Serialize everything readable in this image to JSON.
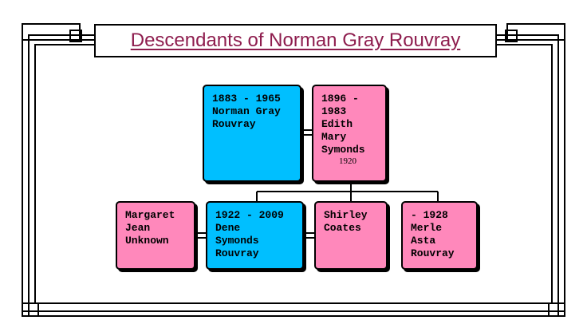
{
  "title": "Descendants of Norman Gray Rouvray",
  "colors": {
    "male": "#00bfff",
    "female": "#ff88bb",
    "title_text": "#8e1d4e",
    "border": "#000000"
  },
  "parents": {
    "father": {
      "lines": [
        "1883 - 1965",
        "Norman Gray",
        "Rouvray"
      ]
    },
    "mother": {
      "lines": [
        "1896 -",
        "1983",
        "Edith",
        "Mary",
        "Symonds"
      ],
      "marriage_year": "1920"
    }
  },
  "children_row": [
    {
      "lines": [
        "Margaret",
        "Jean",
        "Unknown"
      ]
    },
    {
      "lines": [
        "1922 - 2009",
        "Dene",
        "Symonds",
        "Rouvray"
      ]
    },
    {
      "lines": [
        "Shirley",
        "Coates"
      ]
    },
    {
      "lines": [
        "- 1928",
        "Merle",
        "Asta",
        "Rouvray"
      ]
    }
  ]
}
